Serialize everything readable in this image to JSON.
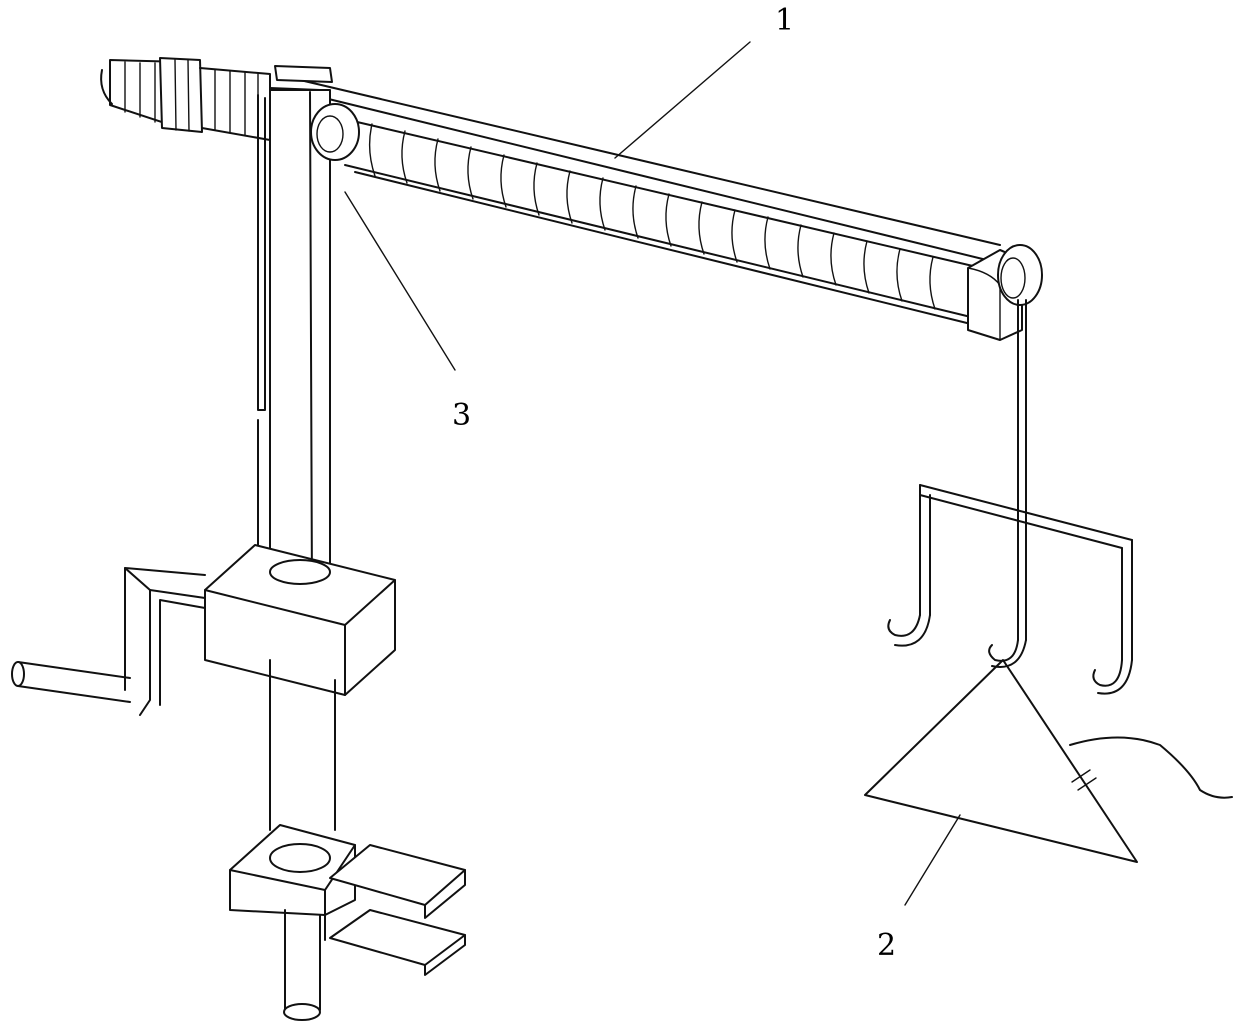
{
  "labels": {
    "beam": "1",
    "load": "2",
    "pulley": "3"
  },
  "colors": {
    "stroke": "#111111",
    "background": "#ffffff"
  }
}
